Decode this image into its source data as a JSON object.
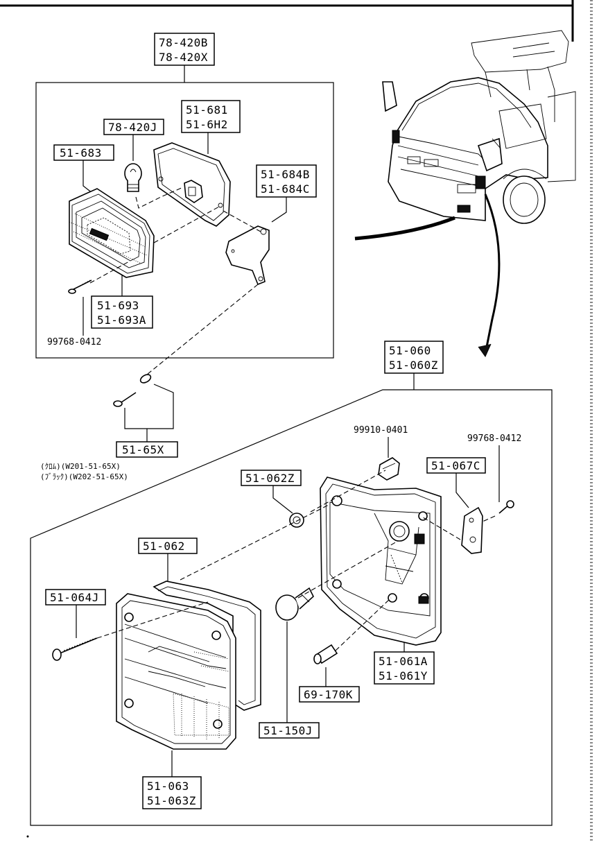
{
  "labels": {
    "top_housing": [
      "78-420B",
      "78-420X"
    ],
    "bulb_fog": "78-420J",
    "lens_fog": "51-683",
    "gasket_fog": [
      "51-681",
      "51-6H2"
    ],
    "bracket_fog": [
      "51-684B",
      "51-684C"
    ],
    "screw_fog": [
      "51-693",
      "51-693A"
    ],
    "bolt_fog": "99768-0412",
    "mount_kit": "51-65X",
    "note_line1": "(ｸﾛﾑ)(W201-51-65X)",
    "note_line2": "(ﾌﾞﾗｯｸ)(W202-51-65X)",
    "rear_combo": [
      "51-060",
      "51-060Z"
    ],
    "clip": "99910-0401",
    "bolt_rear": "99768-0412",
    "stay": "51-067C",
    "nut": "51-062Z",
    "gasket_rear": "51-062",
    "screw_rear": "51-064J",
    "socket_body": [
      "51-061A",
      "51-061Y"
    ],
    "small_bulb": "69-170K",
    "bulb_rear": "51-150J",
    "lens_rear": [
      "51-063",
      "51-063Z"
    ]
  }
}
